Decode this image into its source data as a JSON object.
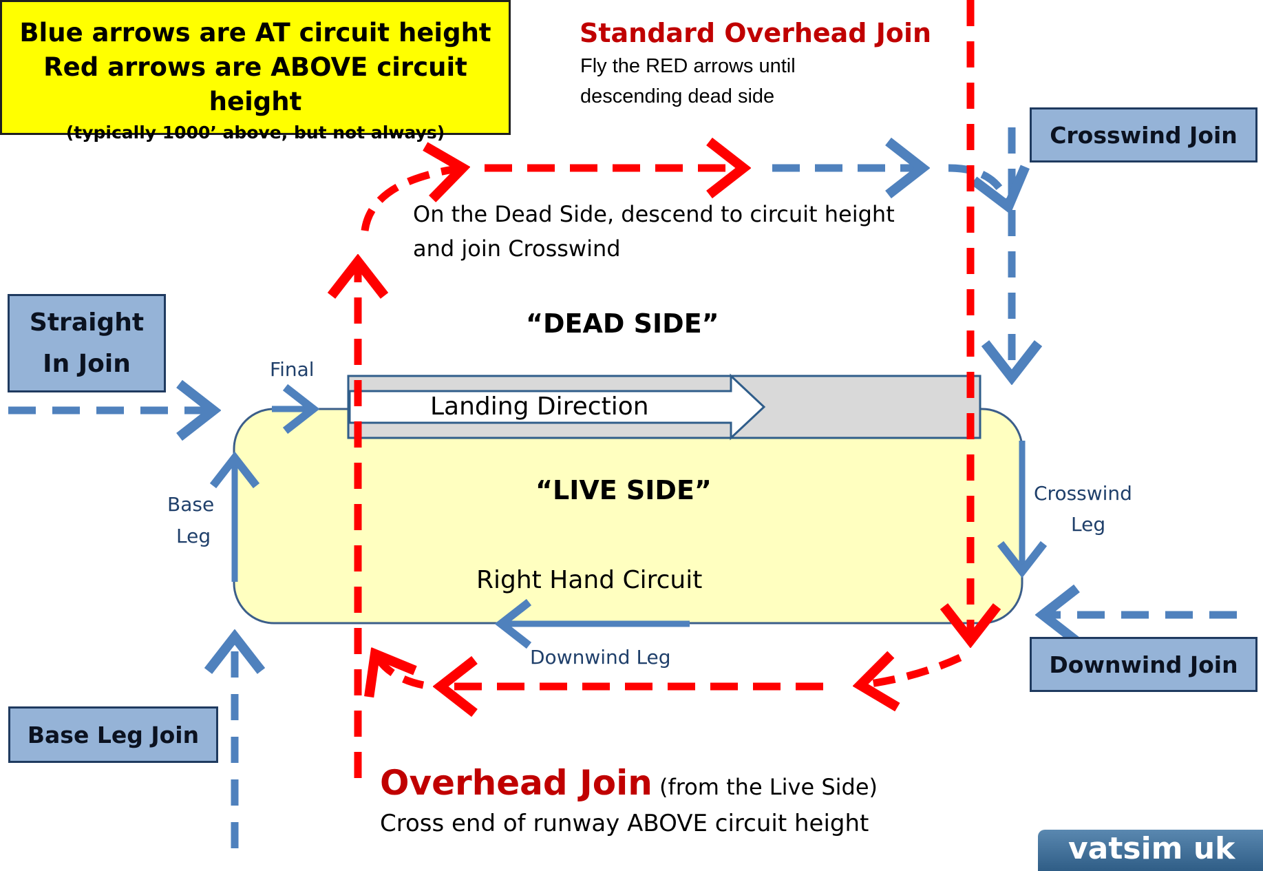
{
  "legend": {
    "line1": "Blue arrows  are AT circuit height",
    "line2": "Red arrows are ABOVE circuit height",
    "line3": "(typically 1000’ above, but not always)"
  },
  "standard_overhead": {
    "title": "Standard Overhead Join",
    "desc1": "Fly the RED arrows until",
    "desc2": "descending dead side"
  },
  "crosswind_join": "Crosswind Join",
  "dead_side_note": {
    "line1": "On the Dead Side, descend to circuit height",
    "line2": "and join Crosswind"
  },
  "straight_in": {
    "line1": "Straight",
    "line2": "In Join"
  },
  "dead_side": "“DEAD SIDE”",
  "final": "Final",
  "landing_direction": "Landing Direction",
  "live_side": "“LIVE SIDE”",
  "base_leg": {
    "line1": "Base",
    "line2": "Leg"
  },
  "crosswind_leg": {
    "line1": "Crosswind",
    "line2": "Leg"
  },
  "right_hand_circuit": "Right Hand Circuit",
  "downwind_leg": "Downwind Leg",
  "downwind_join": "Downwind Join",
  "base_leg_join": "Base Leg Join",
  "overhead_join": {
    "title": "Overhead Join",
    "suffix": " (from the Live Side)",
    "desc": "Cross end of runway ABOVE circuit height"
  },
  "logo_text": "vatsim uk",
  "colors": {
    "blue_arrow": "#4f81bd",
    "red_arrow": "#ff0000",
    "circuit_fill": "#ffffc0",
    "runway_fill": "#d9d9d9",
    "join_box": "#95b3d7",
    "legend_fill": "#ffff00"
  }
}
